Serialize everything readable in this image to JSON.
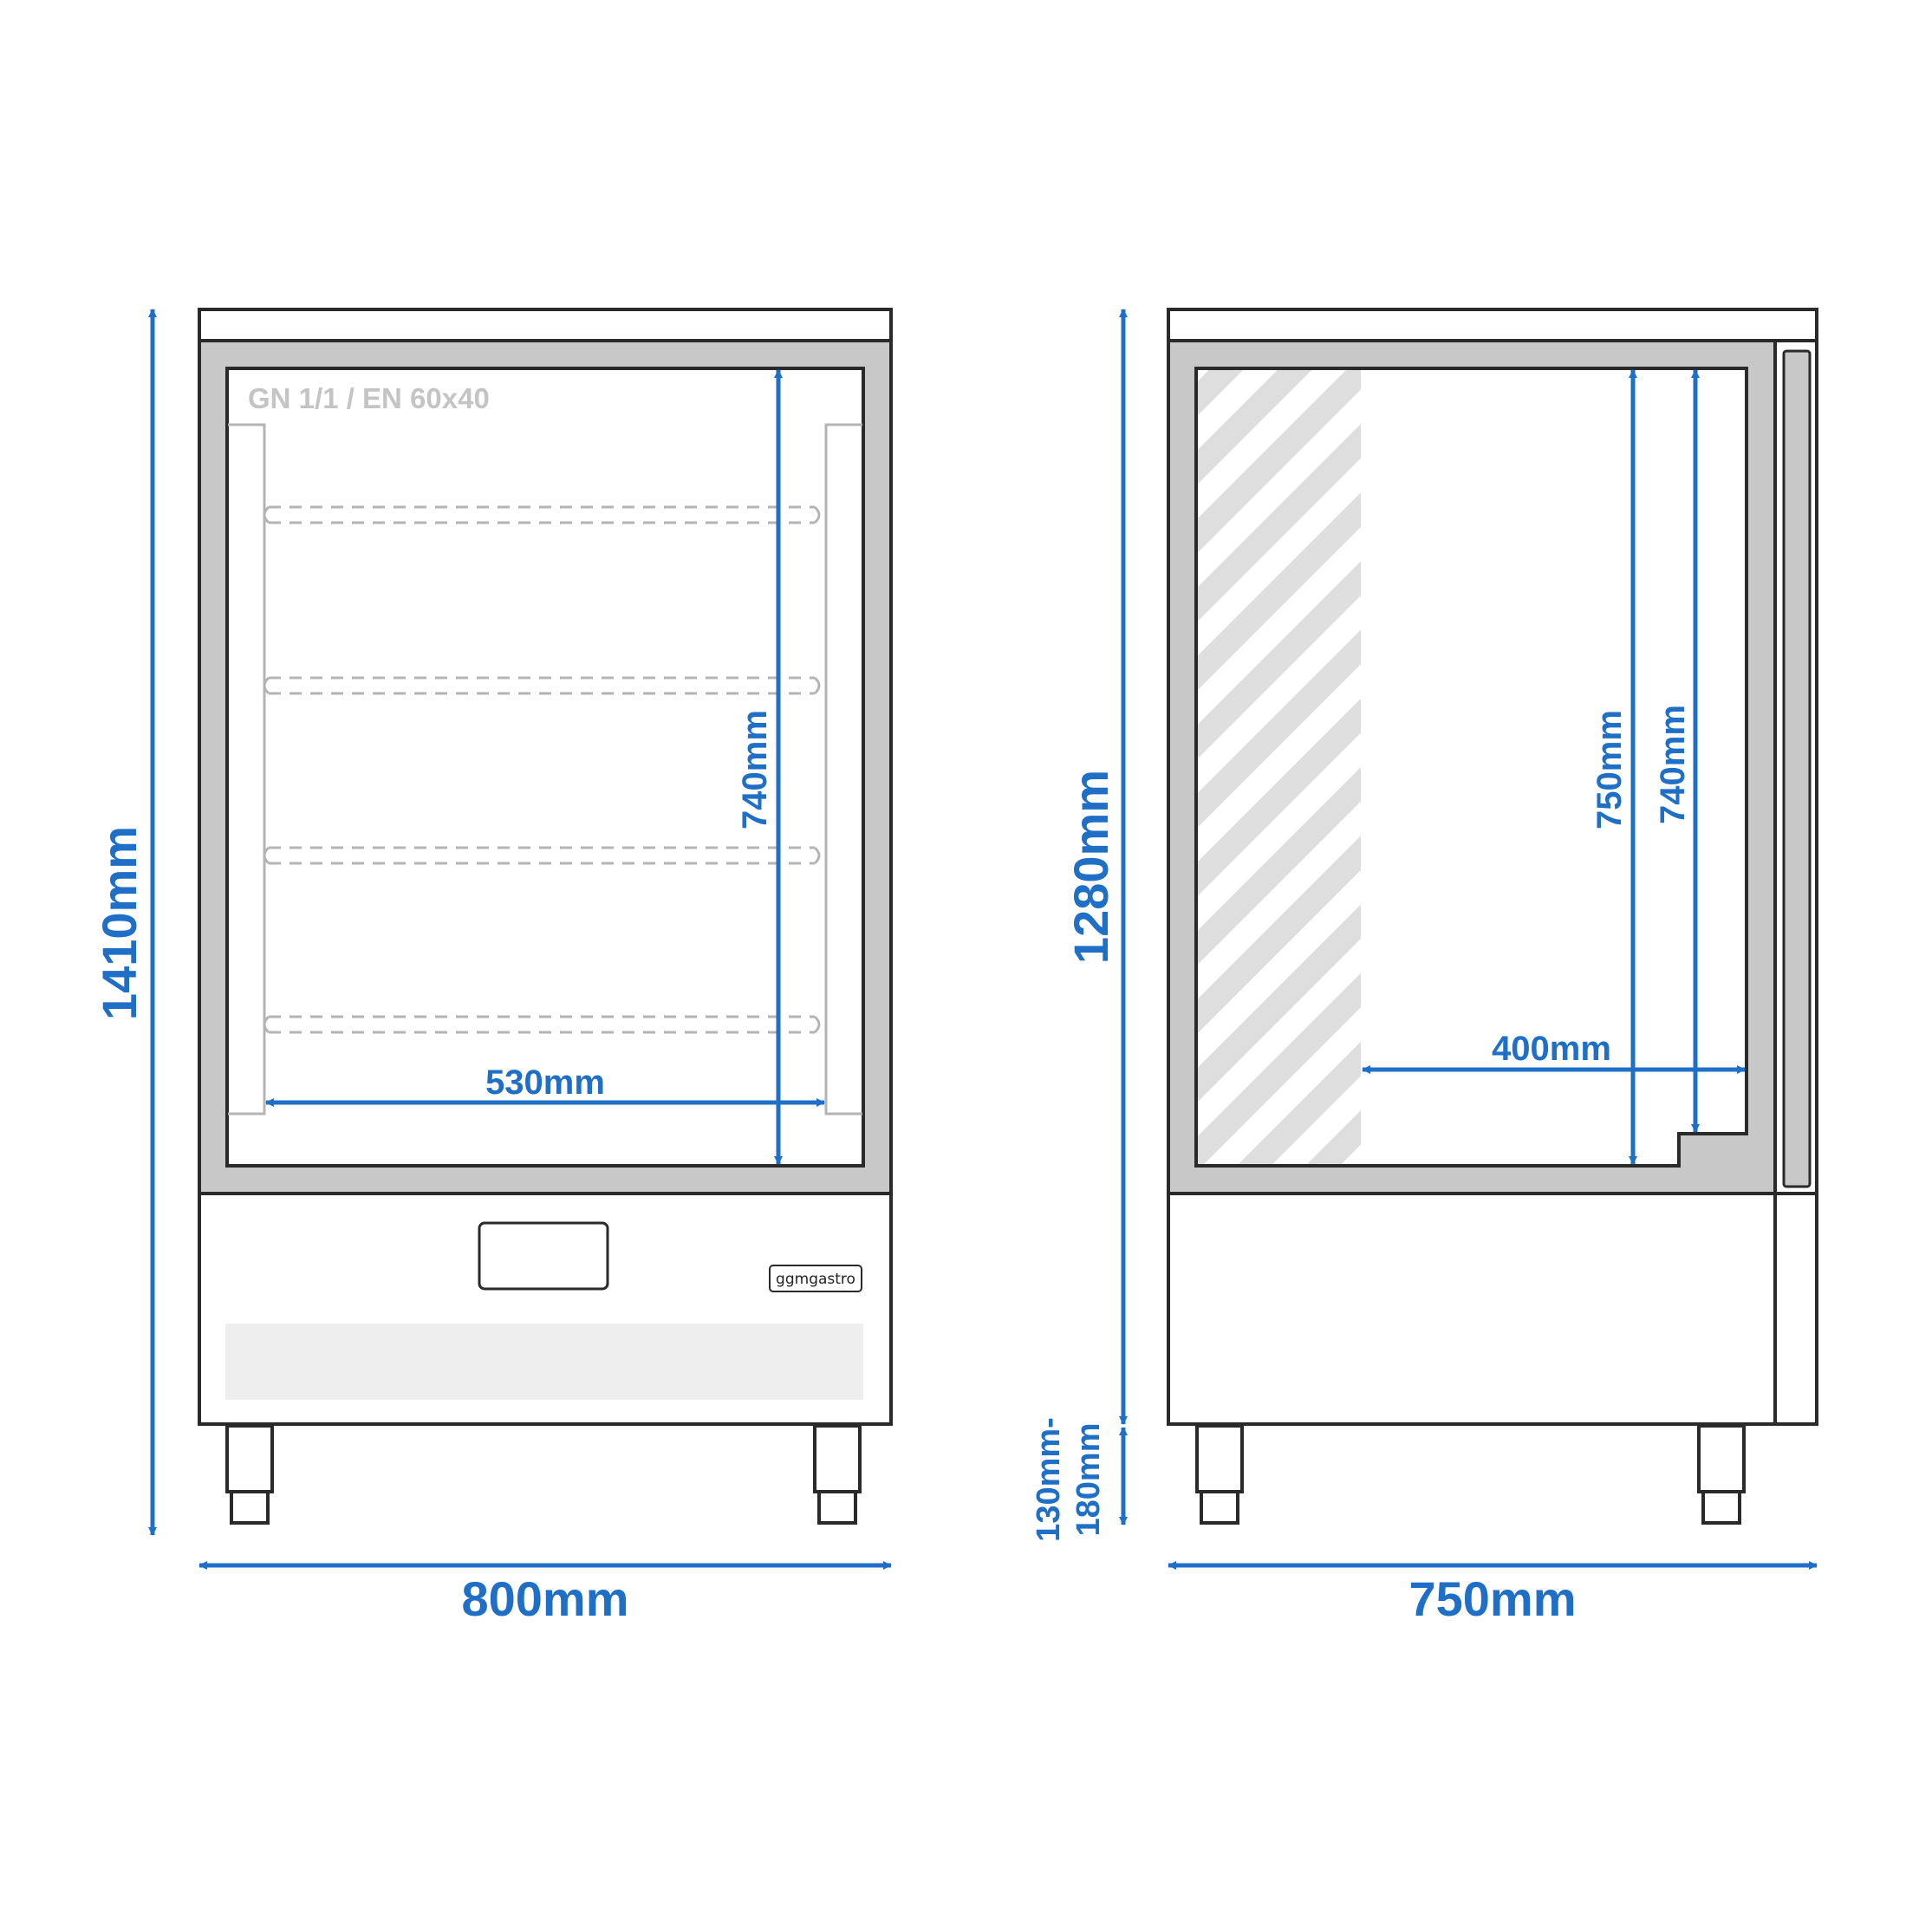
{
  "colors": {
    "dimension_blue": "#1f6fc6",
    "outline": "#2a2a2a",
    "frame_gray": "#c8c8c8",
    "panel_light": "#eeeeee",
    "label_gray": "#c4c4c4"
  },
  "front_view": {
    "shelf_label": "GN 1/1 / EN 60x40",
    "shelf_count": 4,
    "logo_text": "ggmgastro",
    "dimensions": {
      "total_height": "1410mm",
      "width": "800mm",
      "inner_width": "530mm",
      "inner_height": "740mm"
    }
  },
  "side_view": {
    "dimensions": {
      "body_height": "1280mm",
      "leg_height_line1": "130mm-",
      "leg_height_line2": "180mm",
      "depth": "750mm",
      "inner_depth": "400mm",
      "inner_height_a": "750mm",
      "inner_height_b": "740mm"
    }
  }
}
